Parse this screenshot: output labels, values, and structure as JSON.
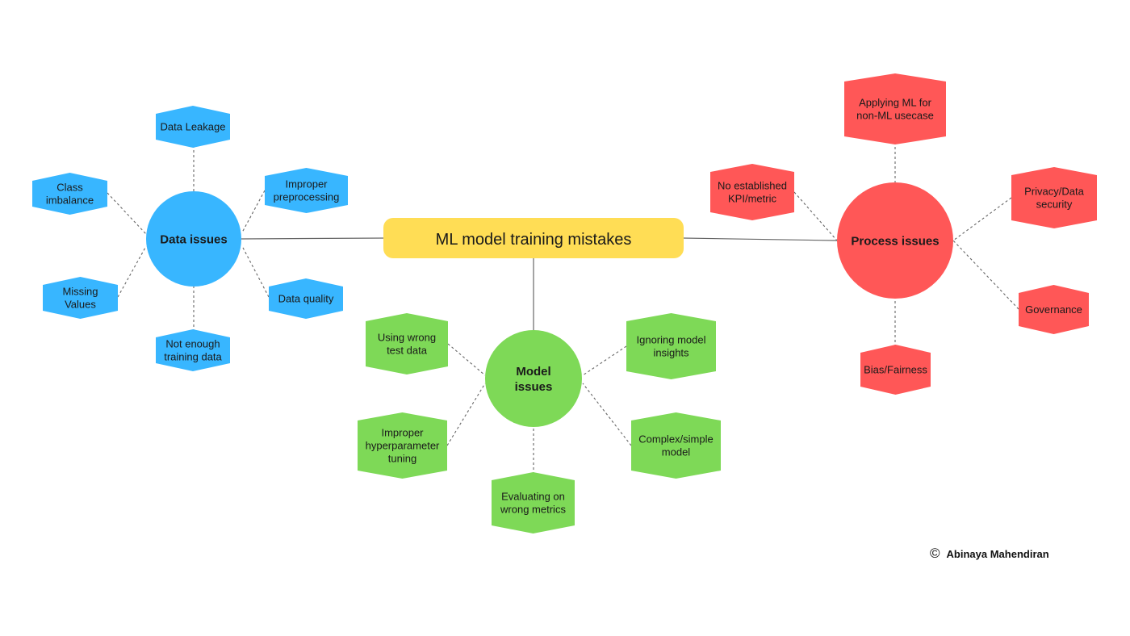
{
  "title": "ML model training mistakes",
  "colors": {
    "title": "#ffdd55",
    "data": "#38b6ff",
    "model": "#7ed957",
    "process": "#ff5757",
    "connector": "#666666"
  },
  "groups": [
    {
      "key": "data",
      "hub": [
        "Data issues"
      ],
      "items": [
        [
          "Data Leakage"
        ],
        [
          "Improper",
          "preprocessing"
        ],
        [
          "Data quality"
        ],
        [
          "Not enough",
          "training data"
        ],
        [
          "Missing",
          "Values"
        ],
        [
          "Class",
          "imbalance"
        ]
      ]
    },
    {
      "key": "model",
      "hub": [
        "Model",
        "issues"
      ],
      "items": [
        [
          "Using wrong",
          "test data"
        ],
        [
          "Ignoring model",
          "insights"
        ],
        [
          "Complex/simple",
          "model"
        ],
        [
          "Evaluating on",
          "wrong metrics"
        ],
        [
          "Improper",
          "hyperparameter",
          "tuning"
        ]
      ]
    },
    {
      "key": "process",
      "hub": [
        "Process issues"
      ],
      "items": [
        [
          "Applying ML for",
          "non-ML usecase"
        ],
        [
          "Privacy/Data",
          "security"
        ],
        [
          "Governance"
        ],
        [
          "Bias/Fairness"
        ],
        [
          "No established",
          "KPI/metric"
        ]
      ]
    }
  ],
  "credit": {
    "symbol": "©",
    "author": "Abinaya Mahendiran"
  }
}
